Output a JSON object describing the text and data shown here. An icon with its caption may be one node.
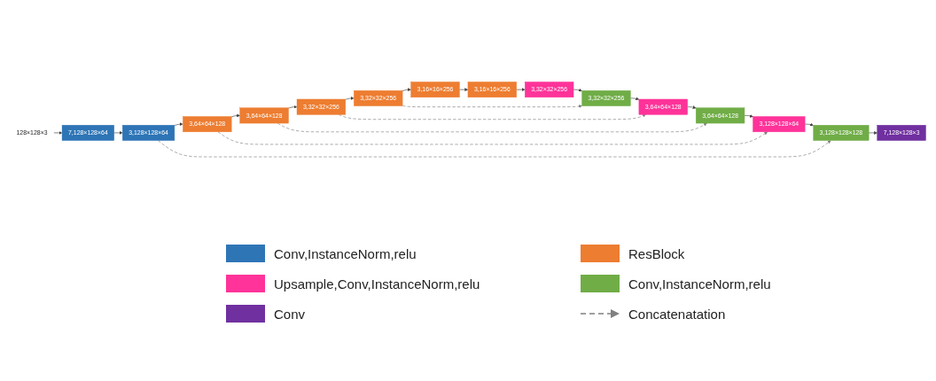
{
  "diagram": {
    "nodes": [
      {
        "text": [
          "128×128×3"
        ]
      },
      {
        "text": [
          "7,128×128×64"
        ]
      },
      {
        "text": [
          "3,128×128×64"
        ]
      },
      {
        "text": [
          "3,64×64×128"
        ]
      },
      {
        "text": [
          "3,64×64×128"
        ]
      },
      {
        "text": [
          "3,32×32×256"
        ]
      },
      {
        "text": [
          "3,32×32×256"
        ]
      },
      {
        "text": [
          "3,16×16×256"
        ]
      },
      {
        "text": [
          "3,16×16×256"
        ]
      },
      {
        "text": [
          "3,32×32×256"
        ]
      },
      {
        "text": [
          "3,32×32×256"
        ]
      },
      {
        "text": [
          "3,64×64×128"
        ]
      },
      {
        "text": [
          "3,64×64×128"
        ]
      },
      {
        "text": [
          "3,128×128×64"
        ]
      },
      {
        "text": [
          "3,128×128×128"
        ]
      },
      {
        "text": [
          "7,128×128×3"
        ]
      }
    ],
    "edges": [
      {
        "from": 0,
        "to": 1,
        "arrow": "to"
      },
      {
        "from": 1,
        "to": 2,
        "arrow": "to"
      },
      {
        "from": 2,
        "to": 3,
        "arrow": "to"
      },
      {
        "from": 3,
        "to": 4,
        "arrow": "to"
      },
      {
        "from": 4,
        "to": 5,
        "arrow": "to"
      },
      {
        "from": 5,
        "to": 6,
        "arrow": "to"
      },
      {
        "from": 6,
        "to": 7,
        "arrow": "to"
      },
      {
        "from": 7,
        "to": 8,
        "arrow": "to"
      },
      {
        "from": 8,
        "to": 9,
        "arrow": "to"
      },
      {
        "from": 9,
        "to": 10,
        "arrow": "to"
      },
      {
        "from": 10,
        "to": 11,
        "arrow": "to"
      },
      {
        "from": 11,
        "to": 12,
        "arrow": "to"
      },
      {
        "from": 12,
        "to": 13,
        "arrow": "to"
      },
      {
        "from": 13,
        "to": 14,
        "arrow": "to"
      },
      {
        "from": 14,
        "to": 15,
        "arrow": "to"
      },
      {
        "from": 2,
        "to": 14,
        "arrow": "to",
        "style": "dashed",
        "color": "#808080"
      },
      {
        "from": 3,
        "to": 13,
        "arrow": "to",
        "style": "dashed",
        "color": "#808080"
      },
      {
        "from": 4,
        "to": 12,
        "arrow": "to",
        "style": "dashed",
        "color": "#808080"
      },
      {
        "from": 5,
        "to": 11,
        "arrow": "to",
        "style": "dashed",
        "color": "#808080"
      },
      {
        "from": 6,
        "to": 10,
        "arrow": "to",
        "style": "dashed",
        "color": "#808080"
      }
    ],
    "legend": [
      {
        "text": "Conv,InstanceNorm,relu",
        "color": "#2e75b6"
      },
      {
        "text": "ResBlock",
        "color": "#ed7d31"
      },
      {
        "text": "Upsample,Conv,InstanceNorm,relu",
        "color": "#ff3399"
      },
      {
        "text": "Conv,InstanceNorm,relu",
        "color": "#70ad47"
      },
      {
        "text": "Conv",
        "color": "#7030a0"
      },
      {
        "text": "Concatenatation"
      }
    ]
  }
}
